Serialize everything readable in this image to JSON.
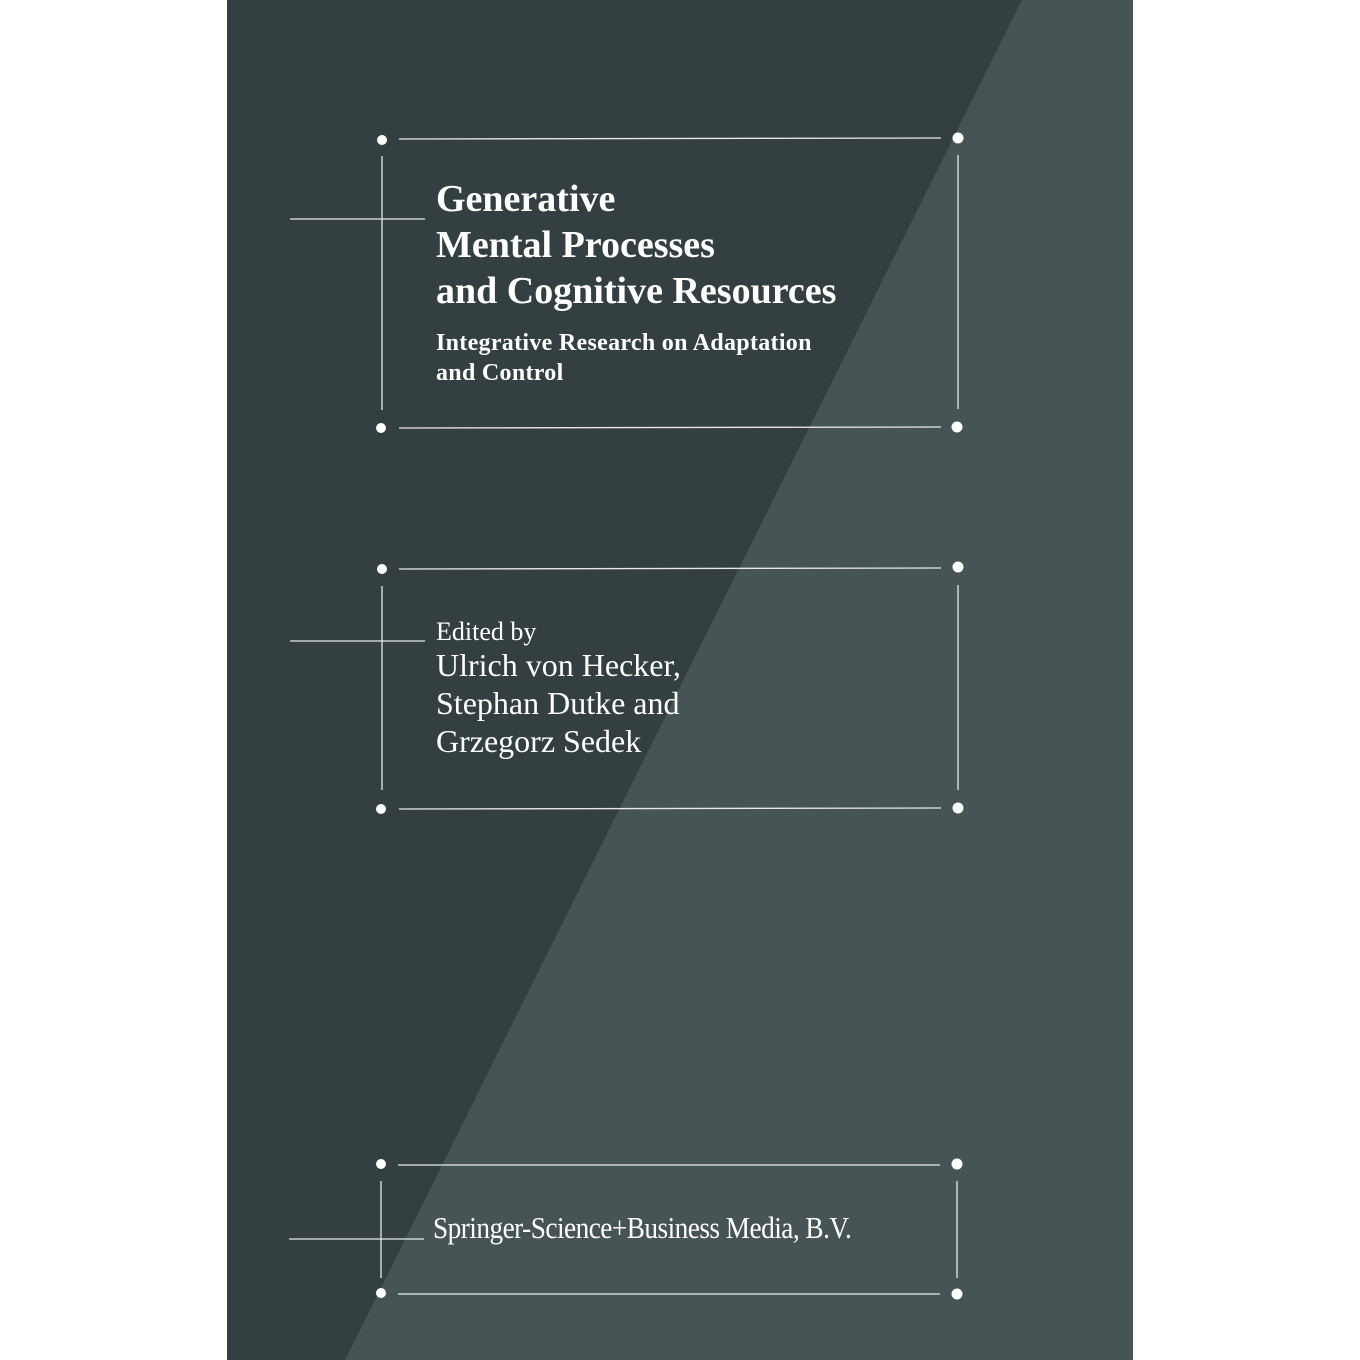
{
  "cover": {
    "colors": {
      "dark_panel": "#333f40",
      "light_panel": "#475455",
      "text": "#ffffff",
      "rules": "#e6e9ea"
    },
    "title_lines": [
      "Generative",
      "Mental Processes",
      "and Cognitive Resources"
    ],
    "subtitle_lines": [
      "Integrative Research on Adaptation",
      "and Control"
    ],
    "edited_by": "Edited by",
    "editors": [
      "Ulrich von Hecker,",
      "Stephan Dutke and",
      "Grzegorz Sedek"
    ],
    "publisher": "Springer-Science+Business Media, B.V."
  }
}
